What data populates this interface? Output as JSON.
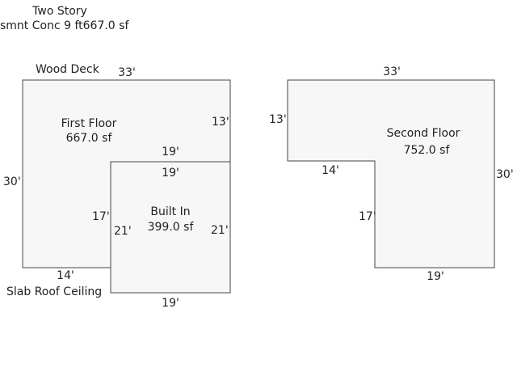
{
  "header": {
    "line1": "Two Story",
    "line2": "smnt Conc 9 ft667.0 sf"
  },
  "colors": {
    "fill": "#f7f7f7",
    "stroke": "#444444",
    "text": "#222222"
  },
  "areas": {
    "wood_deck": "Wood Deck",
    "slab_roof": "Slab Roof Ceiling"
  },
  "first_floor": {
    "name": "First Floor",
    "area": "667.0 sf",
    "top": "33'",
    "right": "13'",
    "left": "30'",
    "notch_top": "19'",
    "notch_left": "17'",
    "bottom": "14'"
  },
  "built_in": {
    "name": "Built In",
    "area": "399.0 sf",
    "top": "19'",
    "left": "21'",
    "right": "21'",
    "bottom": "19'"
  },
  "second_floor": {
    "name": "Second Floor",
    "area": "752.0 sf",
    "top": "33'",
    "left": "13'",
    "notch_top": "14'",
    "notch_left": "17'",
    "right": "30'",
    "bottom": "19'"
  }
}
